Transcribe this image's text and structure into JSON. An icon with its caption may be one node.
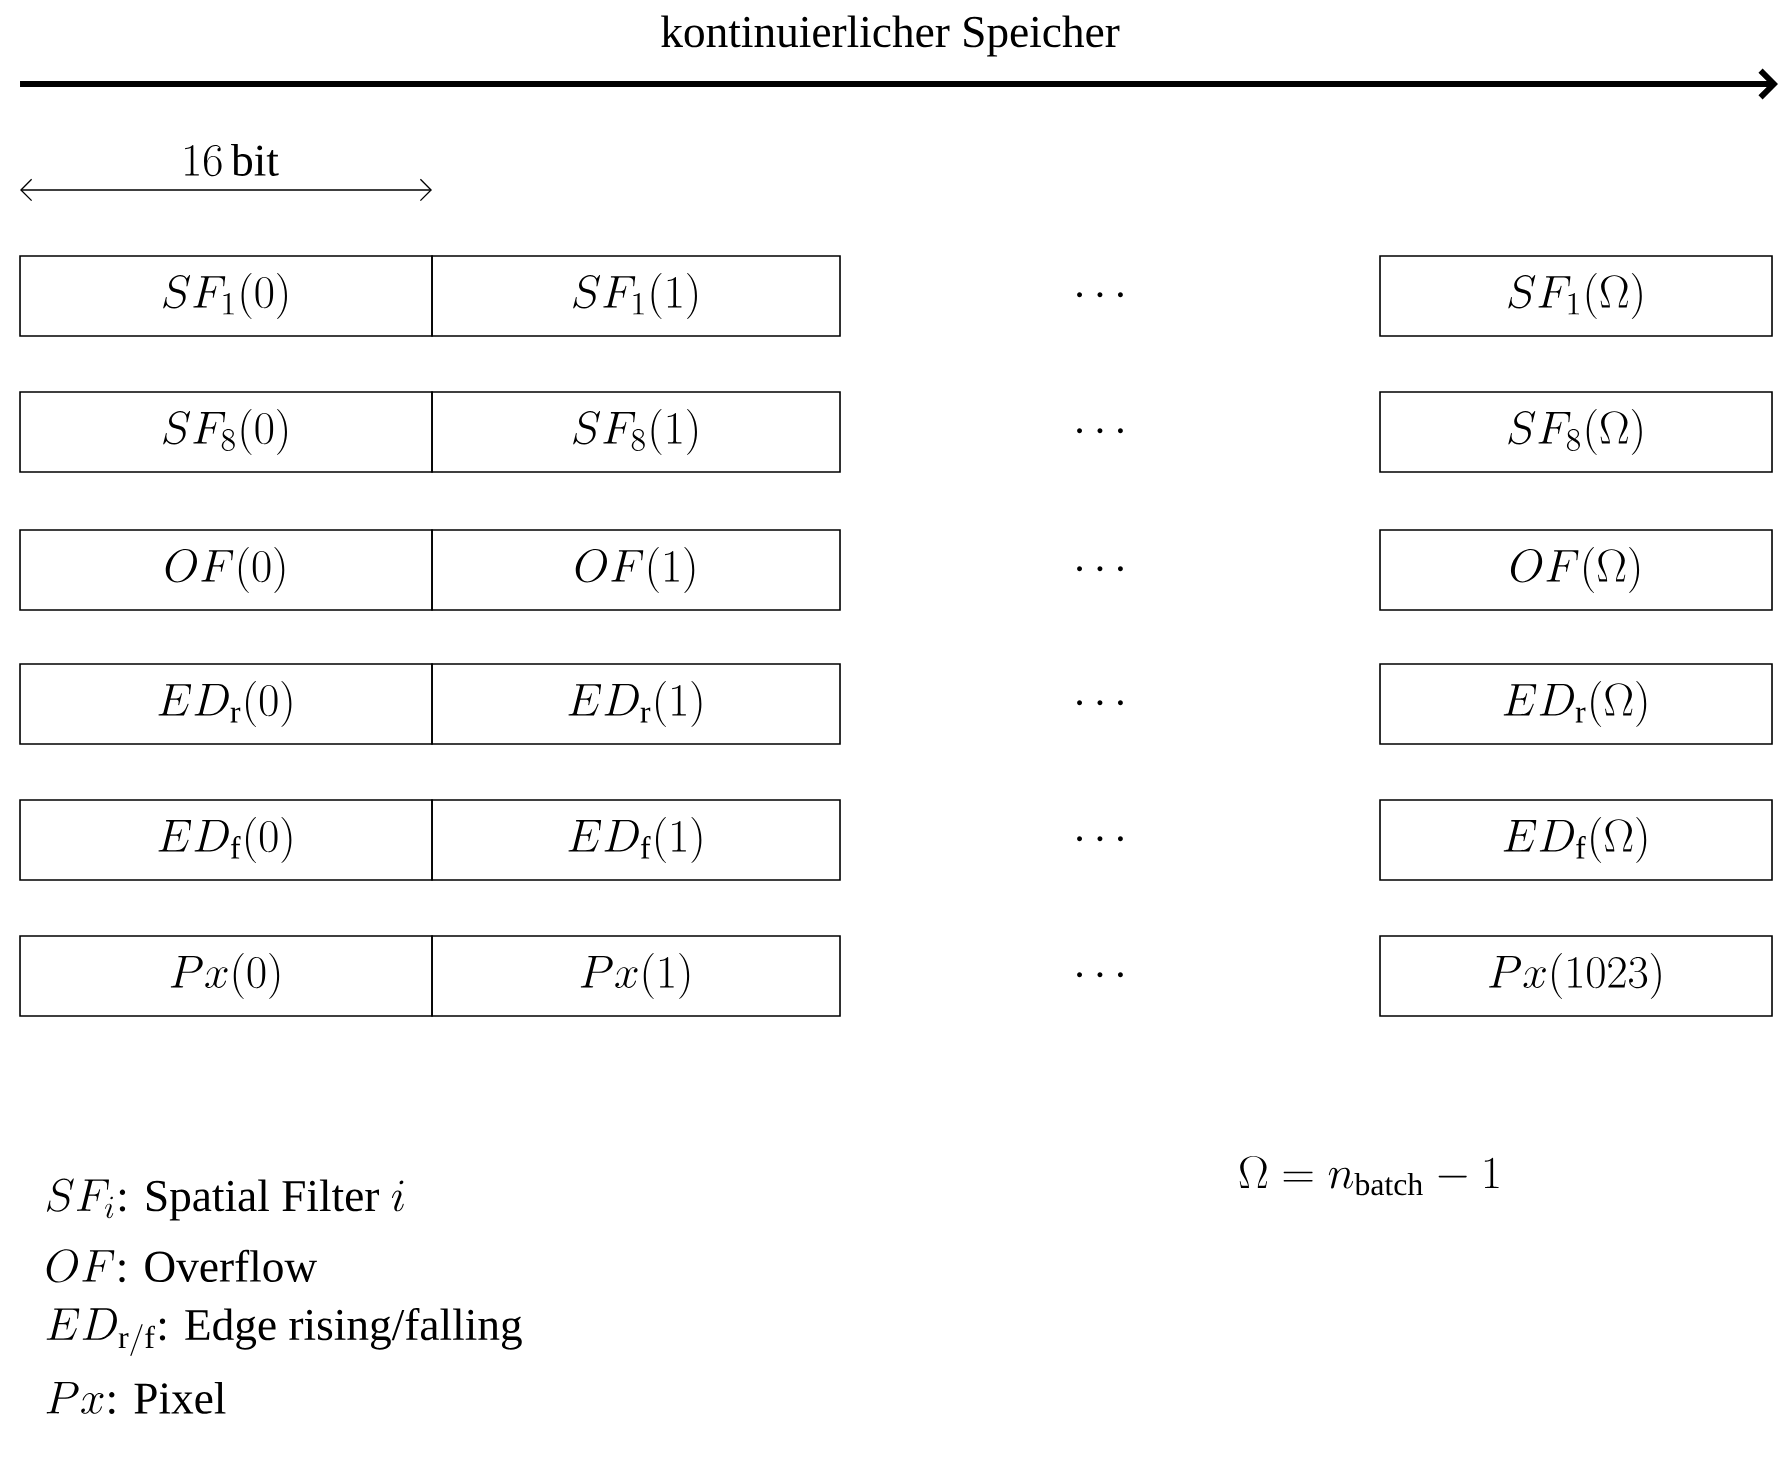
{
  "diagram": {
    "nodes": [
      {
        "text": [
          "SF_1(0)"
        ]
      },
      {
        "text": [
          "SF_1(1)"
        ]
      },
      {
        "text": [
          "SF_1(\\Omega)"
        ]
      },
      {
        "text": [
          "SF_8(0)"
        ]
      },
      {
        "text": [
          "SF_8(1)"
        ]
      },
      {
        "text": [
          "SF_8(\\Omega)"
        ]
      },
      {
        "text": [
          "OF(0)"
        ]
      },
      {
        "text": [
          "OF(1)"
        ]
      },
      {
        "text": [
          "OF(\\Omega)"
        ]
      },
      {
        "text": [
          "ED_{\\mathrm{r}}(0)"
        ]
      },
      {
        "text": [
          "ED_{\\mathrm{r}}(1)"
        ]
      },
      {
        "text": [
          "ED_{\\mathrm{r}}(\\Omega)"
        ]
      },
      {
        "text": [
          "ED_{\\mathrm{f}}(0)"
        ]
      },
      {
        "text": [
          "ED_{\\mathrm{f}}(1)"
        ]
      },
      {
        "text": [
          "ED_{\\mathrm{f}}(\\Omega)"
        ]
      },
      {
        "text": [
          "Px(0)"
        ]
      },
      {
        "text": [
          "Px(1)"
        ]
      },
      {
        "text": [
          "Px(1023)"
        ]
      }
    ],
    "labels": [
      "kontinuierlicher Speicher",
      "16\\,\\mathrm{bit}",
      "\\cdots",
      "\\cdots",
      "\\cdots",
      "\\cdots",
      "\\cdots",
      "\\cdots",
      "\\Omega = n_{\\mathrm{batch}} - 1",
      "SF_i\\textrm{: Spatial Filter }i",
      "OF\\textrm{: Overflow}",
      "ED_{\\mathrm{r/f}}\\textrm{: Edge rising/falling}",
      "Px\\textrm{: Pixel}"
    ]
  }
}
